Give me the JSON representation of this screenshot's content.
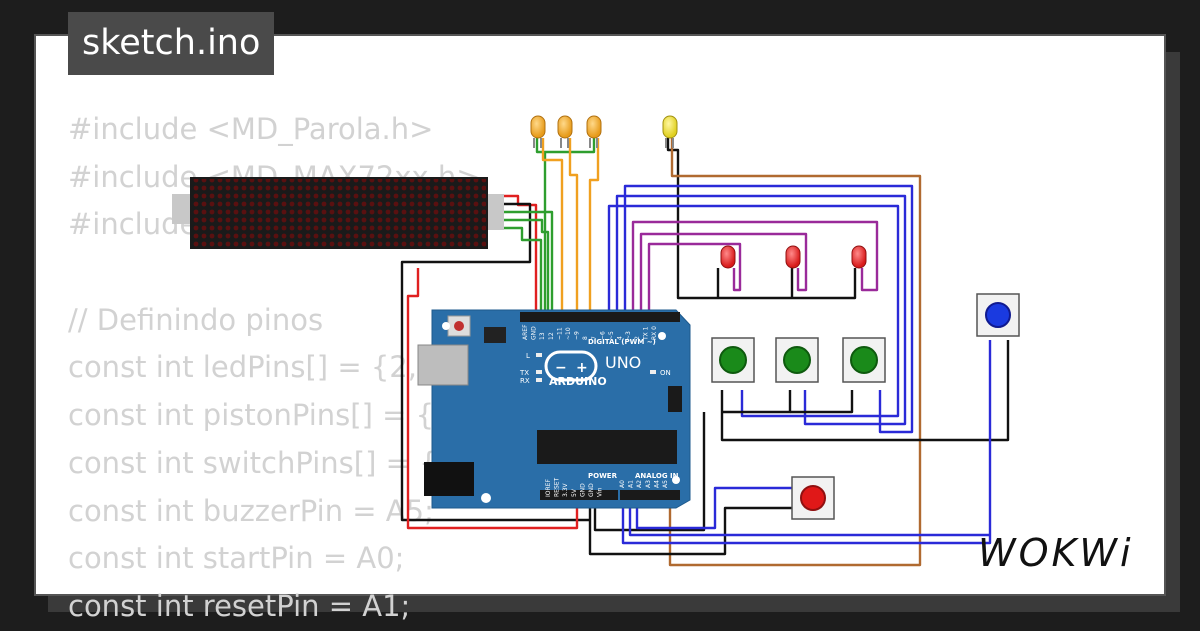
{
  "title": "sketch.ino",
  "code_lines": [
    "#include <MD_Parola.h>",
    "#include <MD_MAX72xx.h>",
    "#include <SPI.h>",
    "",
    "// Definindo pinos",
    "const int ledPins[] = {2, 3, 4};",
    "const int pistonPins[] = {5, 6, 7};",
    "const int switchPins[] = {8, 9, 10};",
    "const int buzzerPin = A5;",
    "const int startPin = A0;",
    "const int resetPin = A1;"
  ],
  "logo": "WOKWi",
  "board": {
    "name": "UNO",
    "brand": "ARDUINO",
    "digital_header": "DIGITAL (PWM ~)",
    "power_header": "POWER",
    "analog_header": "ANALOG IN",
    "on_label": "ON",
    "l_label": "L",
    "tx_label": "TX",
    "rx_label": "RX",
    "digital_pins": [
      "AREF",
      "GND",
      "13",
      "12",
      "~11",
      "~10",
      "~9",
      "8",
      "7",
      "~6",
      "~5",
      "4",
      "~3",
      "2",
      "TX 1",
      "RX 0"
    ],
    "power_pins": [
      "IOREF",
      "RESET",
      "3.3V",
      "5V",
      "GND",
      "GND",
      "Vin"
    ],
    "analog_pins": [
      "A0",
      "A1",
      "A2",
      "A3",
      "A4",
      "A5"
    ]
  },
  "colors": {
    "board": "#2a6ea8",
    "wire_green": "#2e9e2e",
    "wire_orange": "#f0a020",
    "wire_blue": "#2a2ad8",
    "wire_purple": "#9a2a9a",
    "wire_red": "#e02020",
    "wire_black": "#111111",
    "wire_brown": "#b06a30"
  }
}
